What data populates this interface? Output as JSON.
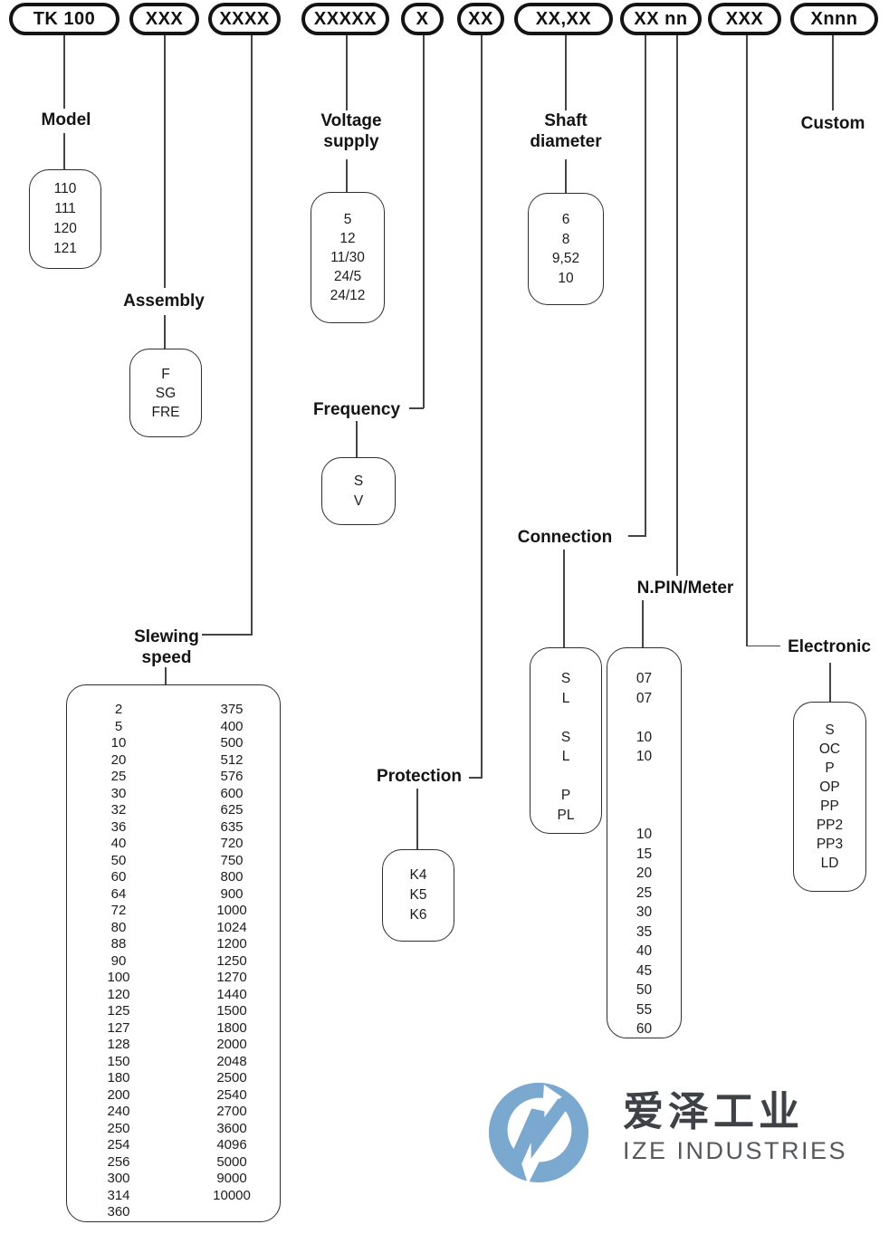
{
  "diagram": {
    "code_segments": [
      "TK 100",
      "XXX",
      "XXXX",
      "XXXXX",
      "X",
      "XX",
      "XX,XX",
      "XX nn",
      "XXX",
      "Xnnn"
    ]
  },
  "fields": {
    "model": {
      "label": "Model",
      "options": [
        "110",
        "111",
        "120",
        "121"
      ]
    },
    "assembly": {
      "label": "Assembly",
      "options": [
        "F",
        "SG",
        "FRE"
      ]
    },
    "slewing_speed": {
      "label_lines": [
        "Slewing",
        "speed"
      ],
      "options_col1": [
        "2",
        "5",
        "10",
        "20",
        "25",
        "30",
        "32",
        "36",
        "40",
        "50",
        "60",
        "64",
        "72",
        "80",
        "88",
        "90",
        "100",
        "120",
        "125",
        "127",
        "128",
        "150",
        "180",
        "200",
        "240",
        "250",
        "254",
        "256",
        "300",
        "314",
        "360"
      ],
      "options_col2": [
        "375",
        "400",
        "500",
        "512",
        "576",
        "600",
        "625",
        "635",
        "720",
        "750",
        "800",
        "900",
        "1000",
        "1024",
        "1200",
        "1250",
        "1270",
        "1440",
        "1500",
        "1800",
        "2000",
        "2048",
        "2500",
        "2540",
        "2700",
        "3600",
        "4096",
        "5000",
        "9000",
        "10000"
      ]
    },
    "voltage_supply": {
      "label_lines": [
        "Voltage",
        "supply"
      ],
      "options": [
        "5",
        "12",
        "11/30",
        "24/5",
        "24/12"
      ]
    },
    "frequency": {
      "label": "Frequency",
      "options": [
        "S",
        "V"
      ]
    },
    "protection": {
      "label": "Protection",
      "options": [
        "K4",
        "K5",
        "K6"
      ]
    },
    "shaft_diameter": {
      "label_lines": [
        "Shaft",
        "diameter"
      ],
      "options": [
        "6",
        "8",
        "9,52",
        "10"
      ]
    },
    "connection": {
      "label": "Connection",
      "options": [
        "S",
        "L",
        "",
        "S",
        "L",
        "",
        "P",
        "PL"
      ]
    },
    "npin_meter": {
      "label": "N.PIN/Meter",
      "options": [
        "07",
        "07",
        "",
        "10",
        "10",
        "",
        "",
        "",
        "10",
        "15",
        "20",
        "25",
        "30",
        "35",
        "40",
        "45",
        "50",
        "55",
        "60"
      ]
    },
    "electronic": {
      "label": "Electronic",
      "options": [
        "S",
        "OC",
        "P",
        "OP",
        "PP",
        "PP2",
        "PP3",
        "LD"
      ]
    },
    "custom": {
      "label": "Custom"
    }
  },
  "logo": {
    "company_name_cn": "爱泽工业",
    "company_name_en": "IZE INDUSTRIES",
    "mark_color": "#7AA8CF",
    "cn_text_color": "#3E4145",
    "en_text_color": "#56585C"
  }
}
